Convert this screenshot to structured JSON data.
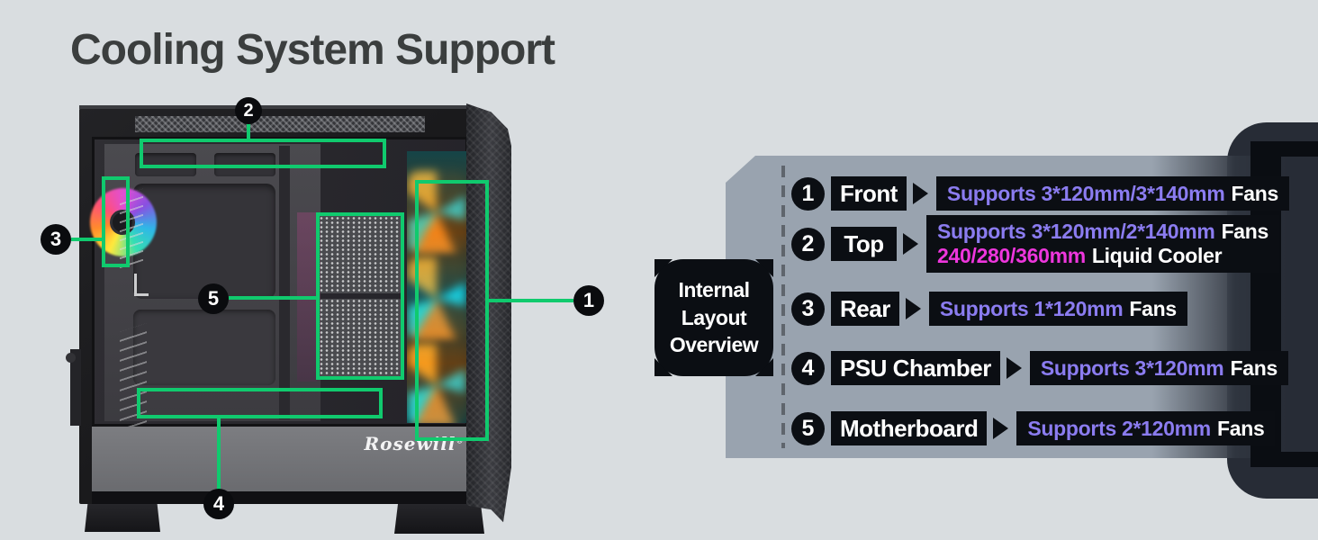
{
  "title": "Cooling System Support",
  "colors": {
    "background": "#d9dde0",
    "callout_green": "#10ca6e",
    "panel_gray": "#99a3af",
    "box_black": "#0b0e13",
    "spec_purple": "#8b7cf0",
    "cooler_pink": "#ee36dd",
    "title_gray": "#3b3e3e"
  },
  "diagram": {
    "brand_logo": "Rosewill",
    "brand_mark": "®",
    "badges": [
      "1",
      "2",
      "3",
      "4",
      "5"
    ]
  },
  "overview": {
    "label_lines": [
      "Internal",
      "Layout",
      "Overview"
    ],
    "rows": [
      {
        "num": "1",
        "label": "Front",
        "spec": "Supports  3*120mm/3*140mm",
        "suffix": "Fans"
      },
      {
        "num": "2",
        "label": "Top",
        "spec": "Supports 3*120mm/2*140mm",
        "suffix": "Fans",
        "spec2": "240/280/360mm",
        "suffix2": "Liquid Cooler"
      },
      {
        "num": "3",
        "label": "Rear",
        "spec": "Supports 1*120mm",
        "suffix": "Fans"
      },
      {
        "num": "4",
        "label": "PSU Chamber",
        "spec": "Supports 3*120mm",
        "suffix": "Fans"
      },
      {
        "num": "5",
        "label": "Motherboard",
        "spec": "Supports 2*120mm",
        "suffix": "Fans"
      }
    ]
  }
}
